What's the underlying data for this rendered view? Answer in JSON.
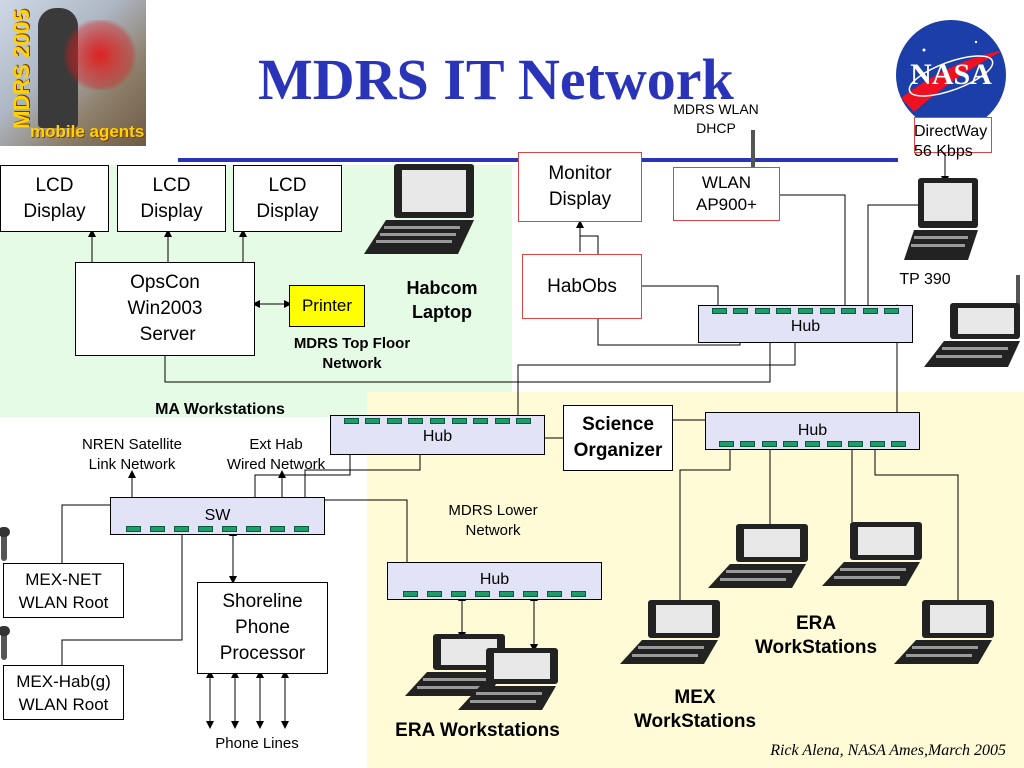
{
  "title": "MDRS IT Network",
  "logo_left": {
    "text_top": "MDRS 2005",
    "text_bottom": "mobile agents"
  },
  "logo_right": {
    "text": "NASA"
  },
  "colors": {
    "title": "#2a34b8",
    "green_zone": "#e6fbe6",
    "yellow_zone": "#fffbd6",
    "hub_fill": "#e3e3f7",
    "port": "#1e9d6b",
    "printer": "#ffff00"
  },
  "boxes": {
    "lcd1": "LCD\nDisplay",
    "lcd2": "LCD\nDisplay",
    "lcd3": "LCD\nDisplay",
    "opscon": "OpsCon\nWin2003\n Server",
    "printer": "Printer",
    "monitor": "Monitor\nDisplay",
    "wlan": "WLAN\nAP900+",
    "habobs": "HabObs",
    "science": "Science\nOrganizer",
    "mexnet": "MEX-NET\nWLAN Root",
    "mexhab": "MEX-Hab(g)\nWLAN Root",
    "shoreline": "Shoreline\nPhone\nProcessor"
  },
  "hubs": {
    "hub_right": "Hub",
    "hub_mid": "Hub",
    "hub_sci": "Hub",
    "hub_lower": "Hub",
    "sw": "SW"
  },
  "labels": {
    "mdrs_wlan": "MDRS WLAN\nDHCP",
    "directway": "DirectWay\n56 Kbps",
    "tp390": "TP 390",
    "habcom": "Habcom\nLaptop",
    "top_floor": "MDRS Top Floor\nNetwork",
    "ma_workstations": "MA Workstations",
    "nren": "NREN Satellite\nLink Network",
    "ext_hab": "Ext Hab\nWired Network",
    "lower_network": "MDRS Lower\nNetwork",
    "era_ws_right": "ERA\nWorkStations",
    "mex_ws": "MEX\nWorkStations",
    "era_ws_bottom": "ERA Workstations",
    "phone_lines": "Phone Lines"
  },
  "footer": "Rick Alena, NASA Ames,March 2005"
}
